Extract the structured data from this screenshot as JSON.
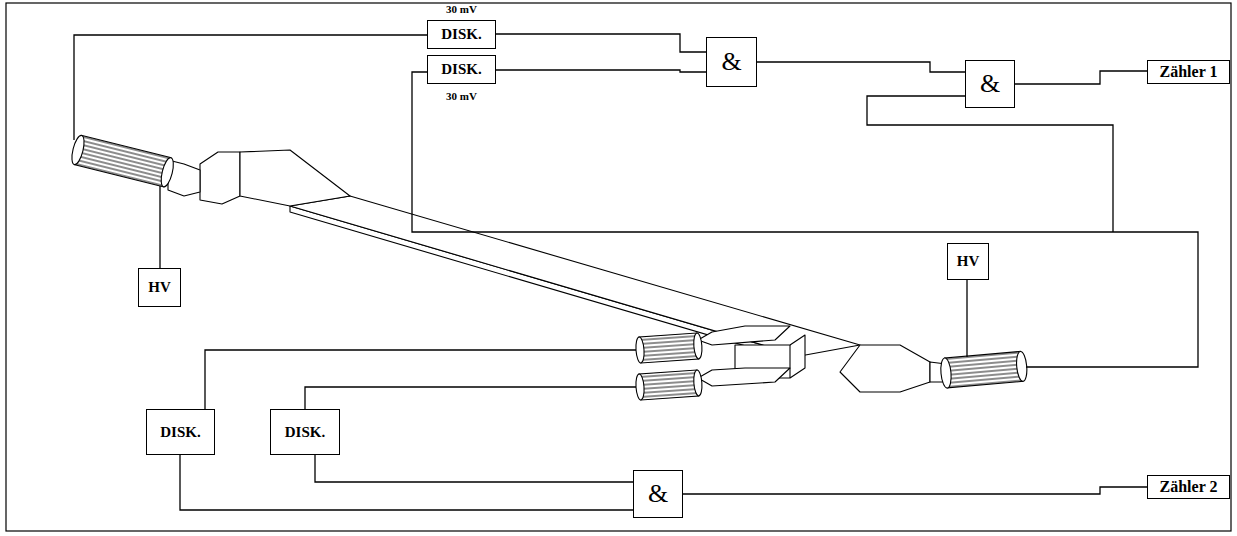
{
  "diagram": {
    "nodes": [
      {
        "text": [
          "30 mV",
          "DISK."
        ]
      },
      {
        "text": [
          "DISK.",
          "30 mV"
        ]
      },
      {
        "text": [
          "&"
        ]
      },
      {
        "text": [
          "&"
        ]
      },
      {
        "text": [
          "Zähler 1"
        ]
      },
      {
        "text": [
          "HV"
        ]
      },
      {
        "text": [
          "HV"
        ]
      },
      {
        "text": [
          "DISK."
        ]
      },
      {
        "text": [
          "DISK."
        ]
      },
      {
        "text": [
          "&"
        ]
      },
      {
        "text": [
          "Zähler 2"
        ]
      }
    ],
    "edges": [
      {
        "from": 0,
        "to": 2,
        "arrow": "none"
      },
      {
        "from": 1,
        "to": 2,
        "arrow": "none"
      },
      {
        "from": 2,
        "to": 3,
        "arrow": "none"
      },
      {
        "from": 3,
        "to": 4,
        "arrow": "none"
      },
      {
        "from": 7,
        "to": 9,
        "arrow": "none"
      },
      {
        "from": 8,
        "to": 9,
        "arrow": "none"
      },
      {
        "from": 9,
        "to": 10,
        "arrow": "none"
      }
    ]
  }
}
